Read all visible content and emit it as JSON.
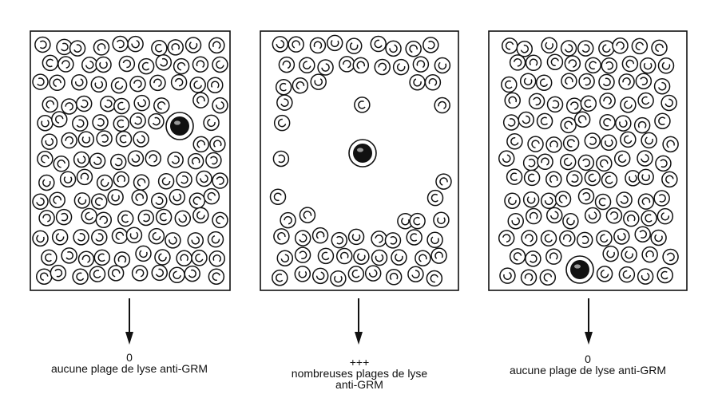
{
  "panels": [
    {
      "id": "left",
      "result_symbol": "0",
      "result_lines": [
        "aucune plage de lyse anti-GRM"
      ],
      "target_cell": "target-cell-icon",
      "lysis_plaques": false
    },
    {
      "id": "middle",
      "result_symbol": "+++",
      "result_lines": [
        "nombreuses plages de lyse",
        "anti-GRM"
      ],
      "target_cell": "target-cell-icon",
      "lysis_plaques": true
    },
    {
      "id": "right",
      "result_symbol": "0",
      "result_lines": [
        "aucune plage de lyse anti-GRM"
      ],
      "target_cell": "target-cell-icon",
      "lysis_plaques": false
    }
  ],
  "icons": {
    "lymphocyte": "lymphocyte-icon",
    "target": "target-cell-icon",
    "arrow": "down-arrow-icon"
  },
  "colors": {
    "ink": "#111111",
    "paper": "#ffffff"
  }
}
